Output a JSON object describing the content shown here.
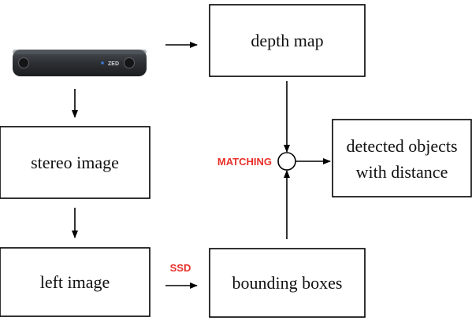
{
  "diagram": {
    "nodes": {
      "camera": {
        "label": "ZED"
      },
      "depth_map": {
        "label": "depth map"
      },
      "stereo_image": {
        "label": "stereo image"
      },
      "left_image": {
        "label": "left image"
      },
      "bounding_boxes": {
        "label": "bounding boxes"
      },
      "detected_objects": {
        "line1": "detected objects",
        "line2": "with distance"
      }
    },
    "edge_labels": {
      "matching": "MATCHING",
      "ssd": "SSD"
    },
    "edges": [
      {
        "from": "camera",
        "to": "depth_map"
      },
      {
        "from": "camera",
        "to": "stereo_image"
      },
      {
        "from": "stereo_image",
        "to": "left_image"
      },
      {
        "from": "left_image",
        "to": "bounding_boxes",
        "label": "SSD"
      },
      {
        "from": "depth_map",
        "to": "matching_junction"
      },
      {
        "from": "bounding_boxes",
        "to": "matching_junction"
      },
      {
        "from": "matching_junction",
        "to": "detected_objects"
      }
    ],
    "colors": {
      "edge_label": "#e8302a",
      "stroke": "#000000",
      "camera_body": "#2c2f33",
      "camera_led": "#3a7bd5"
    }
  }
}
